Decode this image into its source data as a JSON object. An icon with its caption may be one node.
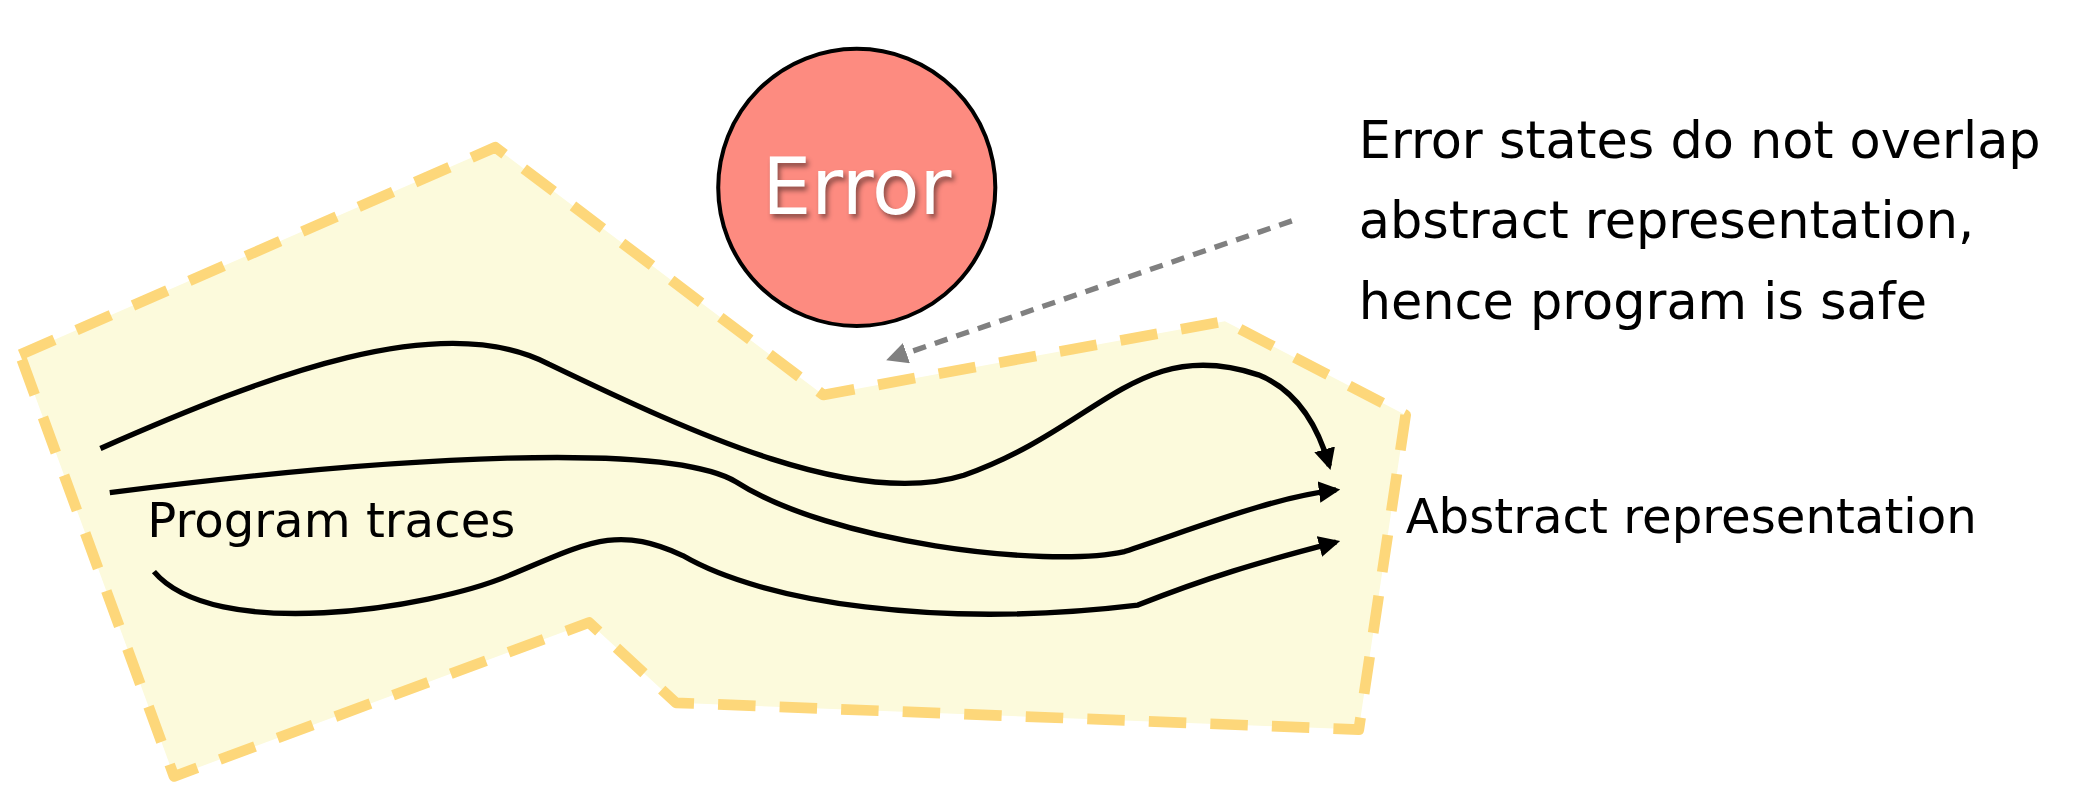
{
  "diagram": {
    "nodes": [
      {
        "text": [
          "Abstract representation"
        ]
      },
      {
        "text": [
          "Error"
        ]
      },
      {
        "text": [
          "Error states do not overlap abstract representation, hence program is safe"
        ]
      }
    ],
    "edges": [
      {
        "from": 2,
        "to": 0,
        "arrow": "to",
        "style": "dashed",
        "color": "#808080"
      }
    ],
    "labels": [
      "Program traces"
    ]
  }
}
